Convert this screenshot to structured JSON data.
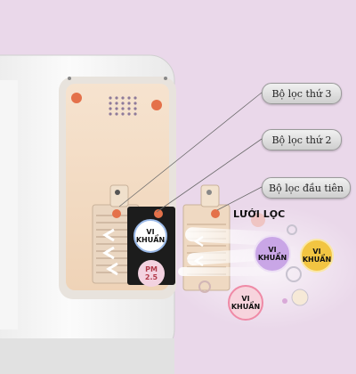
{
  "callouts": {
    "filter3": "Bộ lọc thứ 3",
    "filter2": "Bộ lọc thứ 2",
    "filter1": "Bộ lọc đầu tiên"
  },
  "mesh_label": "LƯỚI LỌC",
  "badges": {
    "bacteria_top": [
      "VI",
      "KHUẨN"
    ],
    "bacteria_right": [
      "VI",
      "KHUẨN"
    ],
    "bacteria_mid": [
      "VI",
      "KHUẨN"
    ],
    "bacteria_bottom": [
      "VI",
      "KHUẨN"
    ],
    "pm": [
      "PM",
      "2.5"
    ]
  },
  "colors": {
    "background": "#ead8ea",
    "device_body": "#f4f4f4",
    "back_panel": "#f3dcc4",
    "filter_black": "#1c1c1c",
    "badge_purple": "#c9a6e6",
    "badge_yellow": "#f2c542",
    "badge_pink": "#ef8aa6"
  }
}
